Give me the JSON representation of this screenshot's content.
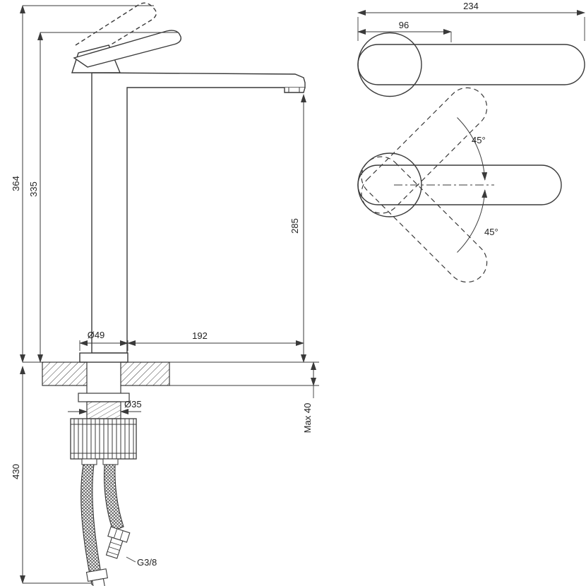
{
  "drawing": {
    "front_view": {
      "total_height": "364",
      "body_height": "335",
      "under_counter_length": "430",
      "base_diameter": "Ø49",
      "spout_reach": "192",
      "spout_height": "285",
      "hole_diameter": "Ø35",
      "max_deck_thickness": "Max 40",
      "connection_thread": "G3/8"
    },
    "top_view": {
      "total_length": "234",
      "body_length": "96"
    },
    "swivel_view": {
      "swivel_angle_up": "45°",
      "swivel_angle_down": "45°"
    },
    "colors": {
      "line": "#3a3a3a",
      "background": "#ffffff"
    }
  }
}
